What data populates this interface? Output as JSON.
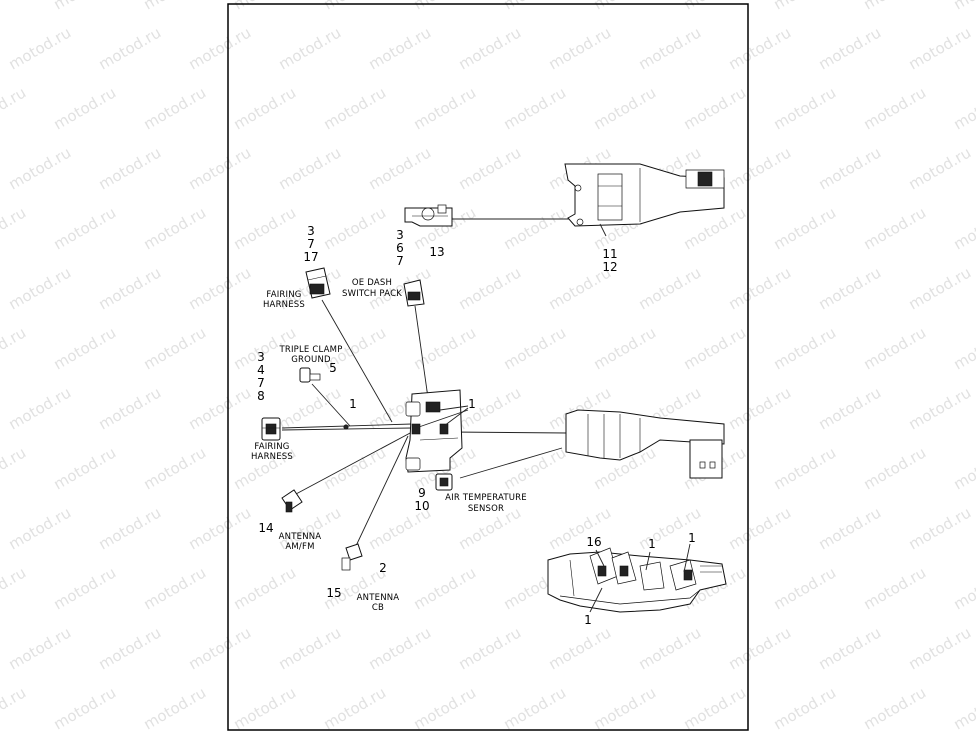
{
  "watermark": "motod.ru",
  "labels": {
    "fairing_harness_top": [
      "FAIRING",
      "HARNESS"
    ],
    "oe_dash": [
      "OE DASH",
      "SWITCH PACK"
    ],
    "triple_clamp": [
      "TRIPLE CLAMP",
      "GROUND"
    ],
    "fairing_harness_left": [
      "FAIRING",
      "HARNESS"
    ],
    "antenna_amfm": [
      "ANTENNA",
      "AM/FM"
    ],
    "antenna_cb": [
      "ANTENNA",
      "CB"
    ],
    "air_temp": [
      "AIR TEMPERATURE",
      "SENSOR"
    ]
  },
  "callouts": {
    "c_3_7_17": [
      "3",
      "7",
      "17"
    ],
    "c_3_6_7": [
      "3",
      "6",
      "7"
    ],
    "c_13": "13",
    "c_11_12": [
      "11",
      "12"
    ],
    "c_3_4_7_8": [
      "3",
      "4",
      "7",
      "8"
    ],
    "c_5": "5",
    "c_1_left": "1",
    "c_1_top": "1",
    "c_9_10": [
      "9",
      "10"
    ],
    "c_14": "14",
    "c_2": "2",
    "c_15": "15",
    "c_16": "16",
    "c_1_inset_a": "1",
    "c_1_inset_b": "1",
    "c_1_inset_c": "1"
  }
}
